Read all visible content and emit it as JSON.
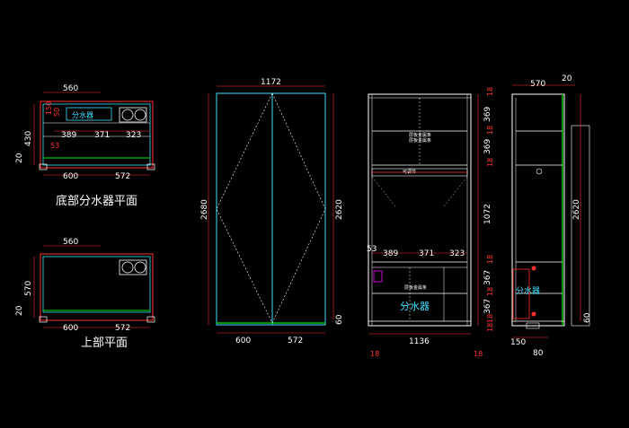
{
  "views": {
    "bottom_plan": {
      "caption": "底部分水器平面",
      "box_label": "分水器",
      "dims_top": [
        "560"
      ],
      "dims_left": [
        "430",
        "20"
      ],
      "dims_inner": [
        "150",
        "50",
        "53",
        "389",
        "371",
        "323"
      ],
      "dims_bottom": [
        "600",
        "572"
      ]
    },
    "top_plan": {
      "caption": "上部平面",
      "dims_top": [
        "560"
      ],
      "dims_left": [
        "570",
        "20"
      ],
      "dims_bottom": [
        "600",
        "572"
      ]
    },
    "front": {
      "dim_top": "1172",
      "dim_left": "2680",
      "dim_right": "2620",
      "dim_right_small": "60",
      "dims_bottom": [
        "600",
        "572"
      ]
    },
    "inner": {
      "dims_right": [
        "18",
        "369",
        "18",
        "369",
        "18",
        "1072",
        "18",
        "367",
        "18",
        "367",
        "18",
        "18"
      ],
      "dims_mid": [
        "53",
        "389",
        "371",
        "323"
      ],
      "dim_bottom": "1136",
      "dims_bottom_small": [
        "18",
        "18"
      ],
      "label_1": "层板金属条",
      "label_2": "层板金属条",
      "label_3": "层板金属条",
      "note_small": "可调节",
      "box_label": "分水器"
    },
    "side": {
      "dims_top": [
        "570",
        "20"
      ],
      "dim_right": "2620",
      "dim_right_small": "60",
      "dims_bottom": [
        "150",
        "80"
      ],
      "box_label": "分水器"
    }
  },
  "colors": {
    "outline": "#ffffff",
    "cabinet": "#40e0ff",
    "dimension": "#ff3030",
    "base": "#00c000",
    "yellow": "#ffff00",
    "magenta": "#ff00ff"
  }
}
